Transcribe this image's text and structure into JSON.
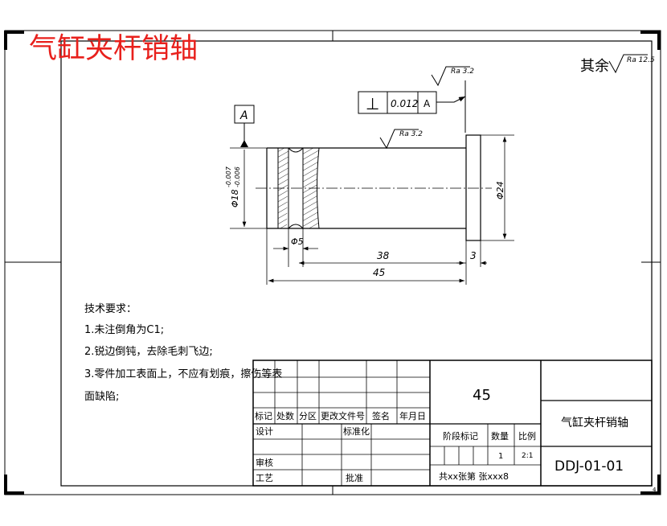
{
  "title": "气缸夹杆销轴",
  "surface_note": {
    "prefix": "其余",
    "value": "Ra 12.5"
  },
  "roughness_1": "Ra 3.2",
  "roughness_2": "Ra 3.2",
  "datum": "A",
  "tolerance_frame": {
    "symbol": "⊥",
    "value": "0.012",
    "datum": "A"
  },
  "dimensions": {
    "dia_main": "Φ18",
    "tol_upper": "-0.007",
    "tol_lower": "-0.006",
    "dia_head": "Φ24",
    "dia_groove": "Φ5",
    "len_38": "38",
    "len_3": "3",
    "len_45": "45"
  },
  "tech_req": {
    "heading": "技术要求：",
    "items": [
      "1.未注倒角为C1;",
      "2.锐边倒钝，去除毛刺飞边;",
      "3.零件加工表面上，不应有划痕，擦伤等表",
      "面缺陷;"
    ]
  },
  "title_block": {
    "material": "45",
    "part_name": "气缸夹杆销轴",
    "drawing_no": "DDJ-01-01",
    "h_mark": "标记",
    "h_count": "处数",
    "h_zone": "分区",
    "h_change": "更改文件号",
    "h_sign": "签名",
    "h_date": "年月日",
    "design": "设计",
    "standard": "标准化",
    "review": "审核",
    "process": "工艺",
    "approve": "批准",
    "stage": "阶段标记",
    "qty_label": "数量",
    "scale_label": "比例",
    "qty": "1",
    "scale": "2:1",
    "sheets": "共xx张第 张xxx8"
  },
  "corner_mark": "4"
}
